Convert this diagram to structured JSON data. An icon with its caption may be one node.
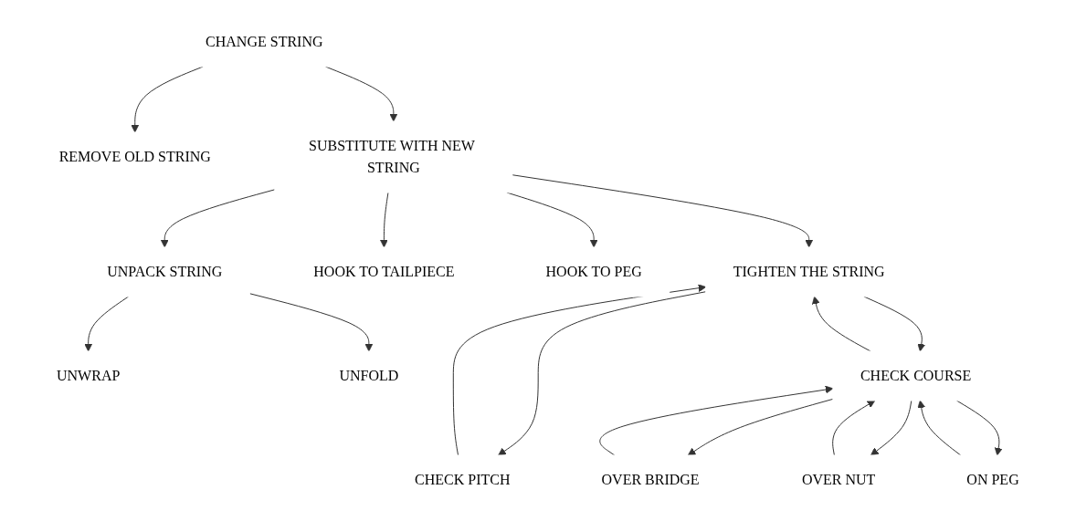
{
  "diagram": {
    "nodes": [
      {
        "text": [
          "CHANGE STRING"
        ]
      },
      {
        "text": [
          "REMOVE OLD STRING"
        ]
      },
      {
        "text": [
          "SUBSTITUTE WITH NEW STRING"
        ]
      },
      {
        "text": [
          "UNPACK STRING"
        ]
      },
      {
        "text": [
          "HOOK TO TAILPIECE"
        ]
      },
      {
        "text": [
          "HOOK TO PEG"
        ]
      },
      {
        "text": [
          "TIGHTEN THE STRING"
        ]
      },
      {
        "text": [
          "UNWRAP"
        ]
      },
      {
        "text": [
          "UNFOLD"
        ]
      },
      {
        "text": [
          "CHECK COURSE"
        ]
      },
      {
        "text": [
          "CHECK PITCH"
        ]
      },
      {
        "text": [
          "OVER BRIDGE"
        ]
      },
      {
        "text": [
          "OVER NUT"
        ]
      },
      {
        "text": [
          "ON PEG"
        ]
      }
    ],
    "edges": [
      {
        "from": 0,
        "to": 1,
        "arrow": "to"
      },
      {
        "from": 0,
        "to": 2,
        "arrow": "to"
      },
      {
        "from": 2,
        "to": 3,
        "arrow": "to"
      },
      {
        "from": 2,
        "to": 4,
        "arrow": "to"
      },
      {
        "from": 2,
        "to": 5,
        "arrow": "to"
      },
      {
        "from": 2,
        "to": 6,
        "arrow": "to"
      },
      {
        "from": 3,
        "to": 7,
        "arrow": "to"
      },
      {
        "from": 3,
        "to": 8,
        "arrow": "to"
      },
      {
        "from": 6,
        "to": 9,
        "arrow": "to"
      },
      {
        "from": 9,
        "to": 6,
        "arrow": "to"
      },
      {
        "from": 6,
        "to": 10,
        "arrow": "to"
      },
      {
        "from": 10,
        "to": 6,
        "arrow": "to"
      },
      {
        "from": 9,
        "to": 11,
        "arrow": "to"
      },
      {
        "from": 11,
        "to": 9,
        "arrow": "to"
      },
      {
        "from": 9,
        "to": 12,
        "arrow": "to"
      },
      {
        "from": 12,
        "to": 9,
        "arrow": "to"
      },
      {
        "from": 9,
        "to": 13,
        "arrow": "to"
      },
      {
        "from": 13,
        "to": 9,
        "arrow": "to"
      }
    ]
  }
}
